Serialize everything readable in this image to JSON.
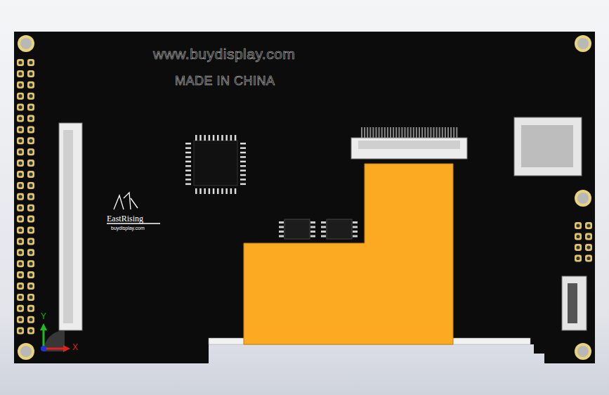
{
  "diagram": {
    "labels": [
      "www.buydisplay.com",
      "MADE IN CHINA",
      "EastRising",
      "buydisplay.com",
      "Y",
      "X"
    ]
  }
}
